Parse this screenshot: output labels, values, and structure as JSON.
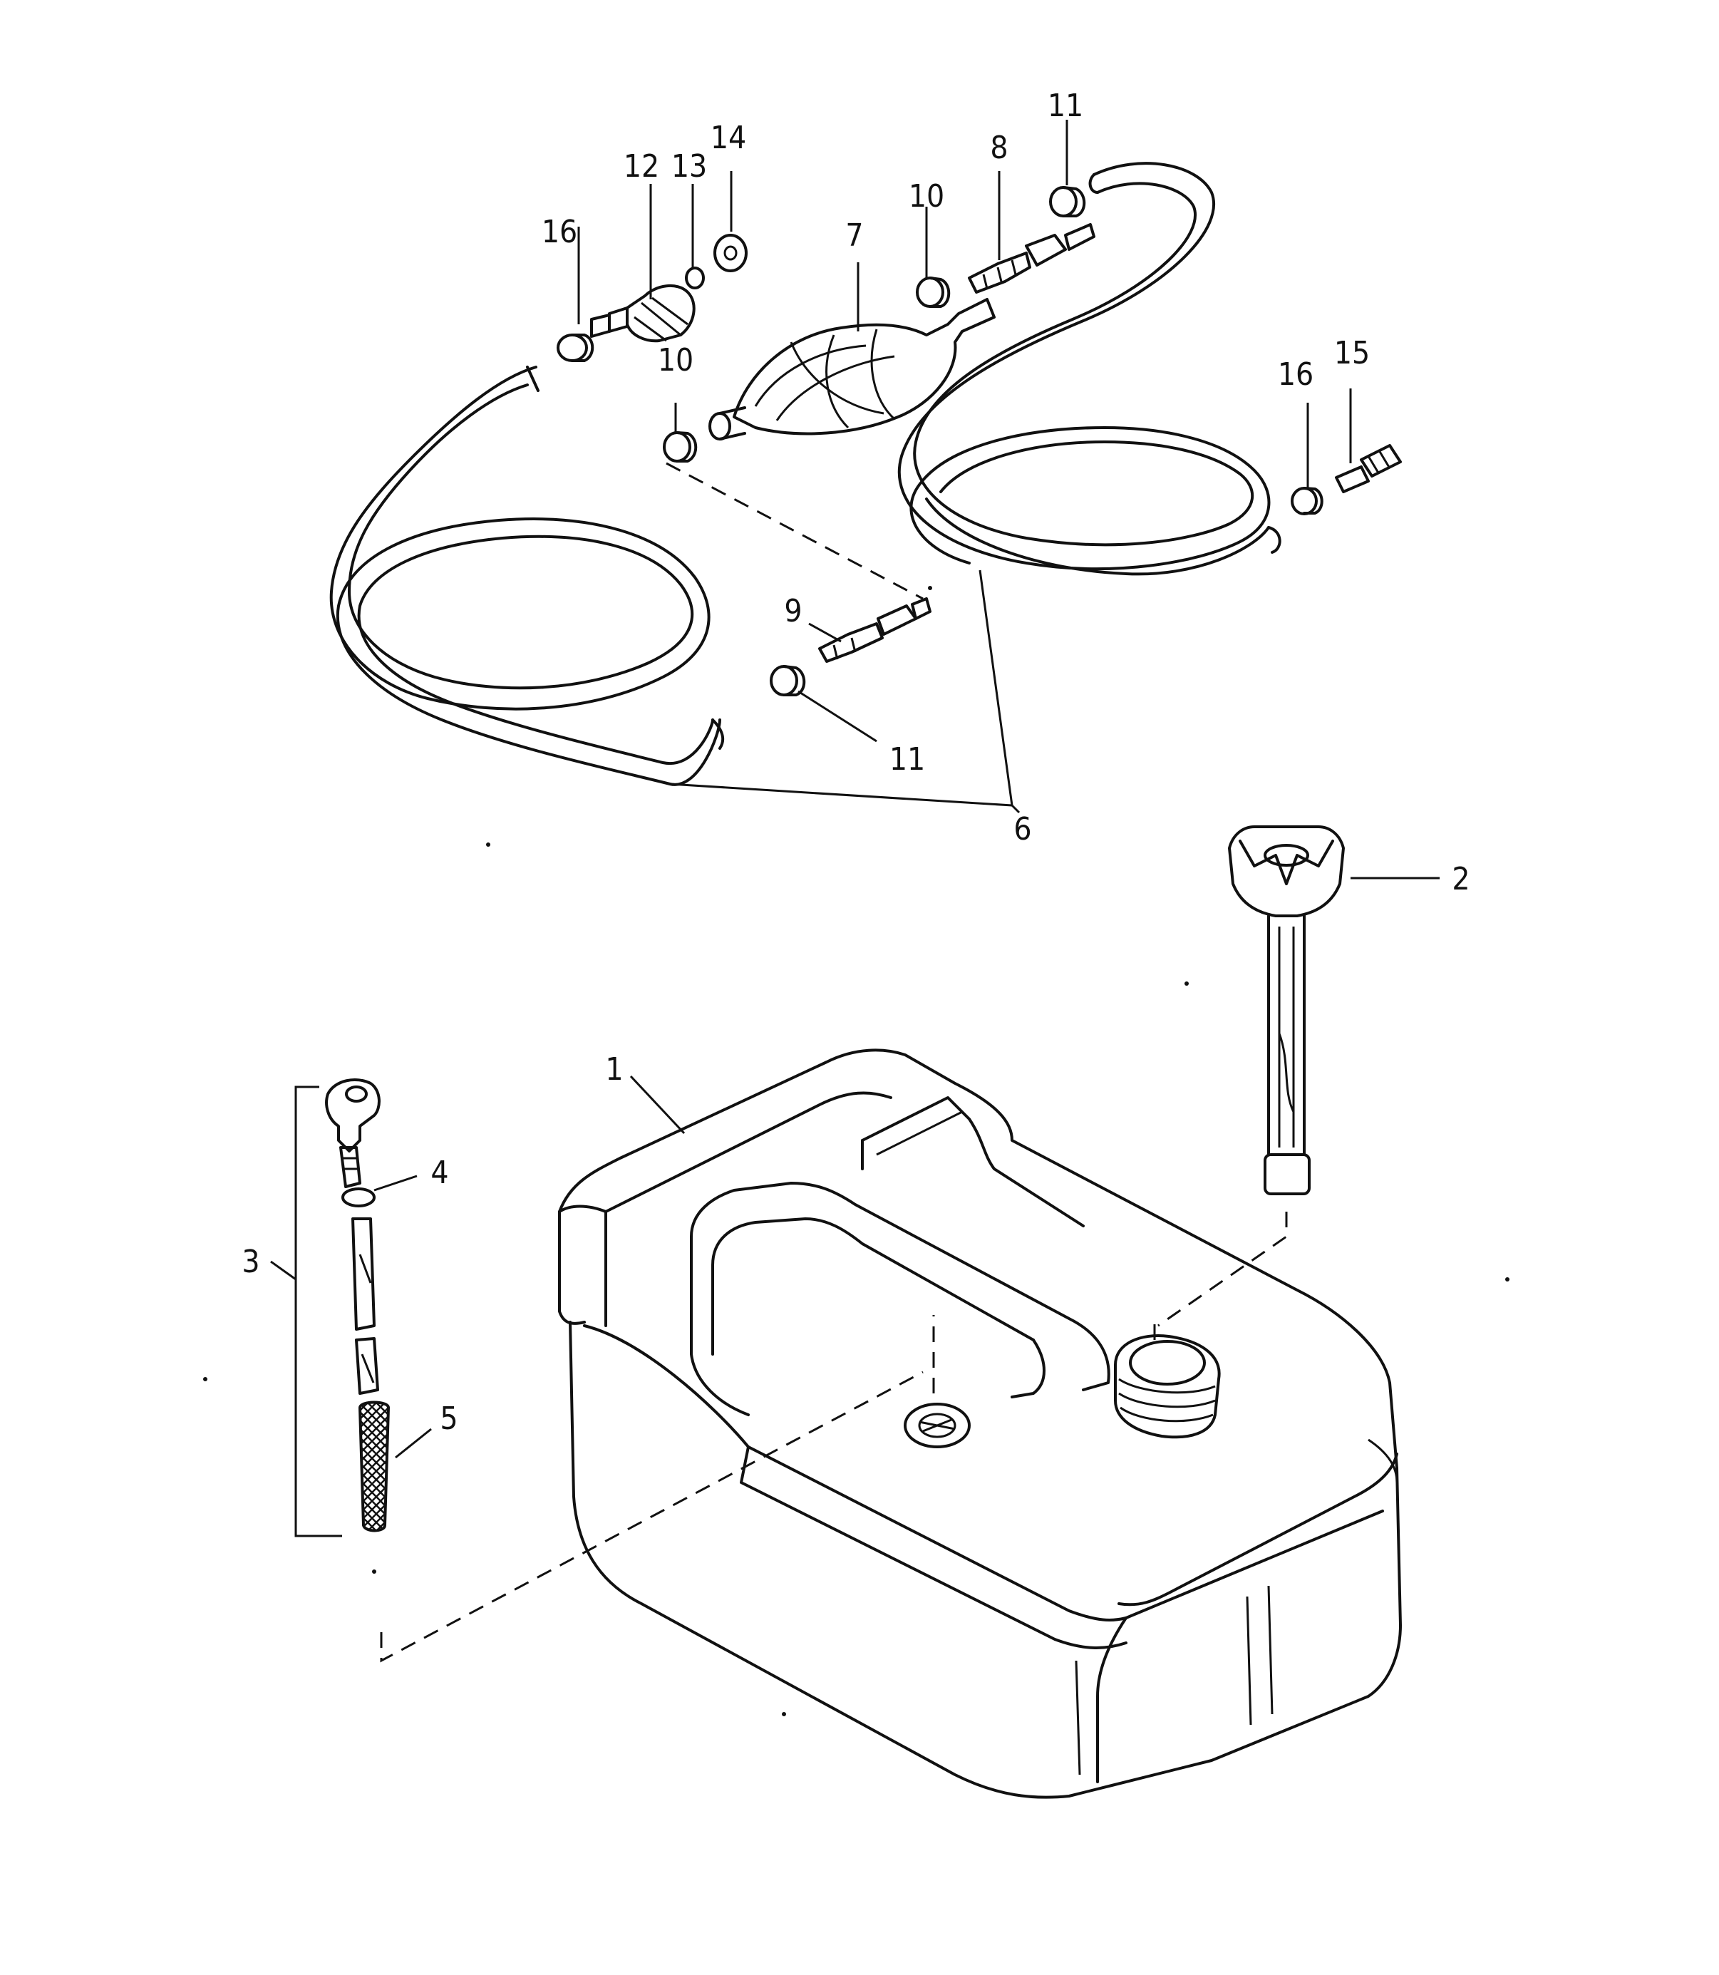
{
  "diagram": {
    "callouts": {
      "c1": "1",
      "c2": "2",
      "c3": "3",
      "c4": "4",
      "c5": "5",
      "c6": "6",
      "c7": "7",
      "c8": "8",
      "c9": "9",
      "c10a": "10",
      "c10b": "10",
      "c11a": "11",
      "c11b": "11",
      "c12": "12",
      "c13": "13",
      "c14": "14",
      "c15": "15",
      "c16a": "16",
      "c16b": "16"
    },
    "line_color": "#111111",
    "background": "#ffffff"
  }
}
